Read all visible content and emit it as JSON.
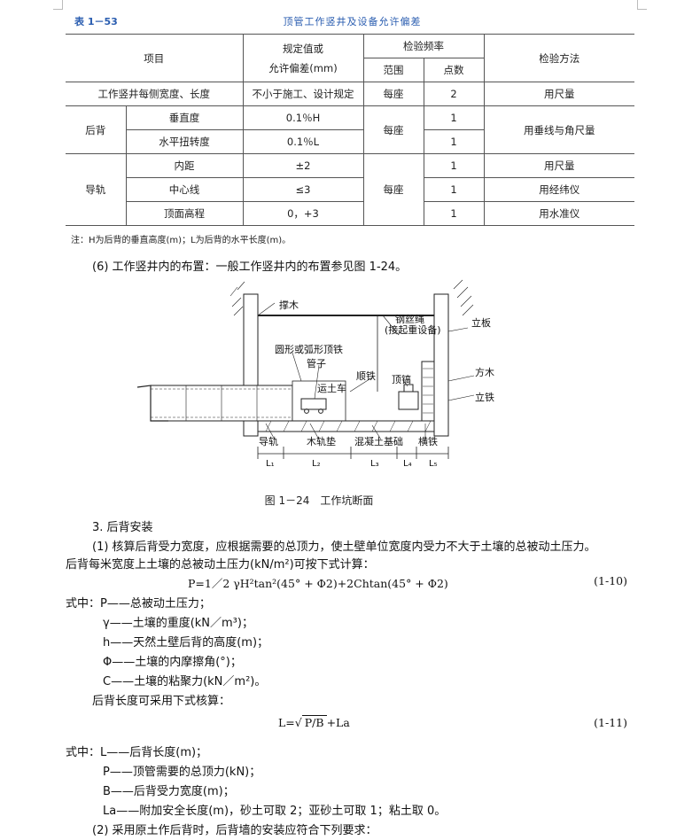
{
  "table": {
    "number": "表 1－53",
    "title": "顶管工作竖井及设备允许偏差",
    "headers": {
      "item": "项目",
      "allowed_line1": "规定值或",
      "allowed_line2": "允许偏差(mm)",
      "freq": "检验频率",
      "range": "范围",
      "points": "点数",
      "method": "检验方法"
    },
    "rows": [
      {
        "item": "工作竖井每侧宽度、长度",
        "value": "不小于施工、设计规定",
        "range": "每座",
        "points": "2",
        "method": "用尺量"
      },
      {
        "group": "后背",
        "item": "垂直度",
        "value": "0.1％H",
        "range": "每座",
        "points": "1",
        "method": "用垂线与角尺量"
      },
      {
        "item": "水平扭转度",
        "value": "0.1％L",
        "points": "1"
      },
      {
        "group": "导轨",
        "item": "内距",
        "value": "±2",
        "range": "每座",
        "points": "1",
        "method": "用尺量"
      },
      {
        "item": "中心线",
        "value": "≤3",
        "points": "1",
        "method": "用经纬仪"
      },
      {
        "item": "顶面高程",
        "value": "0，+3",
        "points": "1",
        "method": "用水准仪"
      }
    ],
    "note": "注：H为后背的垂直高度(m)；L为后背的水平长度(m)。"
  },
  "para6": "(6) 工作竖井内的布置：一般工作竖井内的布置参见图 1-24。",
  "diagram": {
    "labels": {
      "chengmu": "撑木",
      "gangsi": "钢丝绳",
      "jiqi": "(接起重设备)",
      "liban": "立板",
      "yuanxing": "圆形或弧形顶铁",
      "guanzi": "管子",
      "shuntie": "顺铁",
      "fangmu": "方木",
      "yuntuche": "运土车",
      "dingqiao": "顶镐",
      "litie": "立铁",
      "daogui": "导轨",
      "muguizhen": "木轨垫",
      "hunningtu": "混凝土基础",
      "hengtie": "横铁",
      "L1": "L₁",
      "L2": "L₂",
      "L3": "L₃",
      "L4": "L₄",
      "L5": "L₅"
    }
  },
  "fig_caption": "图 1－24　工作坑断面",
  "sec3": "3. 后背安装",
  "p1_line1": "(1) 核算后背受力宽度，应根据需要的总顶力，使土壁单位宽度内受力不大于土壤的总被动土压力。",
  "p1_line2": "后背每米宽度上土壤的总被动土压力(kN/m²)可按下式计算：",
  "formula1": "P=1／2 γH²tan²(45° + Φ2)+2Chtan(45° + Φ2)",
  "eq1": "(1-10)",
  "where1": [
    "式中：P——总被动土压力；",
    "γ——土壤的重度(kN／m³)；",
    "h——天然土壁后背的高度(m)；",
    "Φ——土壤的内摩擦角(°)；",
    "C——土壤的粘聚力(kN／m²)。"
  ],
  "length_intro": "后背长度可采用下式核算：",
  "formula2": {
    "lhs": "L=",
    "radicand": "P/B",
    "rhs": "+La"
  },
  "eq2": "(1-11)",
  "where2": [
    "式中：L——后背长度(m)；",
    "P——顶管需要的总顶力(kN)；",
    "B——后背受力宽度(m)；",
    "La——附加安全长度(m)，砂土可取 2；亚砂土可取 1；粘土取 0。"
  ],
  "p2": "(2) 采用原土作后背时，后背墙的安装应符合下列要求："
}
